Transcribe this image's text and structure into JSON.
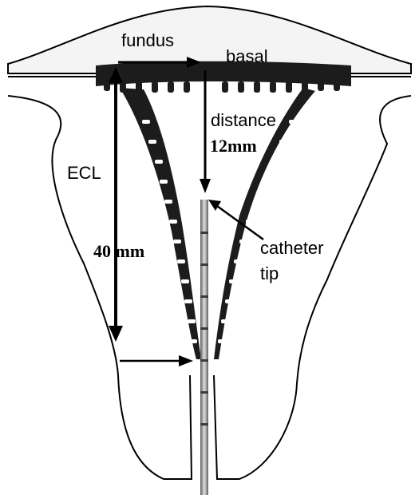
{
  "labels": {
    "fundus": "fundus",
    "basal": "basal",
    "distance": "distance",
    "distance_value": "12mm",
    "ecl": "ECL",
    "ecl_value": "40 mm",
    "catheter_line1": "catheter",
    "catheter_line2": "tip"
  },
  "colors": {
    "ink": "#000000",
    "tissue_fill": "#f4f4f4",
    "endometrium": "#1c1c1c",
    "catheter_dark": "#6a6a6a",
    "catheter_light": "#d6d6d6"
  }
}
